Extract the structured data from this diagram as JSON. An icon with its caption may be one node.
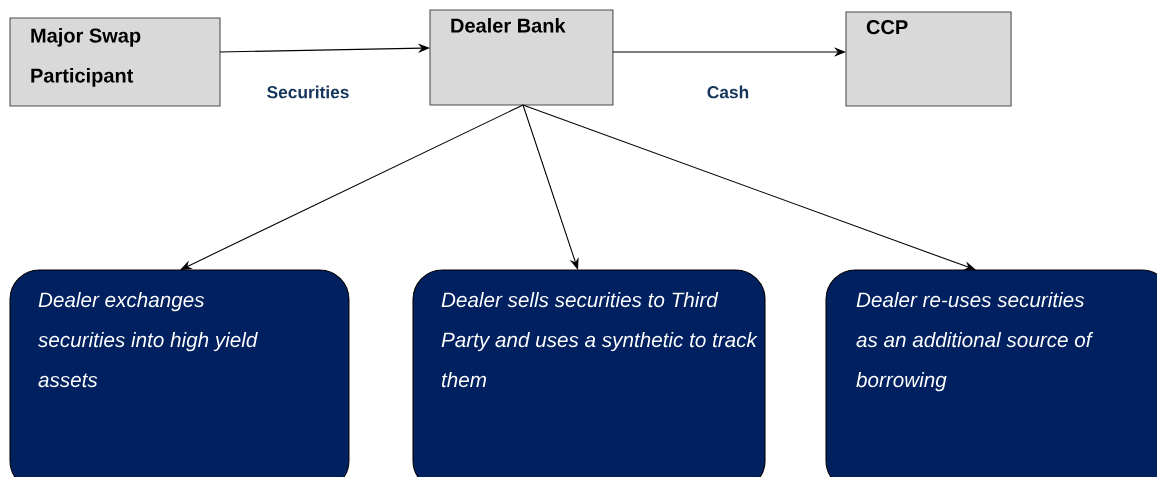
{
  "diagram": {
    "nodes": [
      {
        "text": [
          "Major Swap Participant"
        ]
      },
      {
        "text": [
          "Dealer Bank"
        ]
      },
      {
        "text": [
          "CCP"
        ]
      },
      {
        "text": [
          "Dealer exchanges securities into high yield assets"
        ]
      },
      {
        "text": [
          "Dealer sells securities to Third Party and uses a synthetic to track them"
        ]
      },
      {
        "text": [
          "Dealer re-uses securities as an additional source of borrowing"
        ]
      }
    ],
    "edges": [
      {
        "from": 0,
        "to": 1,
        "arrow": "to",
        "label": "Securities"
      },
      {
        "from": 1,
        "to": 2,
        "arrow": "to",
        "label": "Cash"
      },
      {
        "from": 1,
        "to": 3,
        "arrow": "to"
      },
      {
        "from": 1,
        "to": 4,
        "arrow": "to"
      },
      {
        "from": 1,
        "to": 5,
        "arrow": "to"
      }
    ]
  }
}
